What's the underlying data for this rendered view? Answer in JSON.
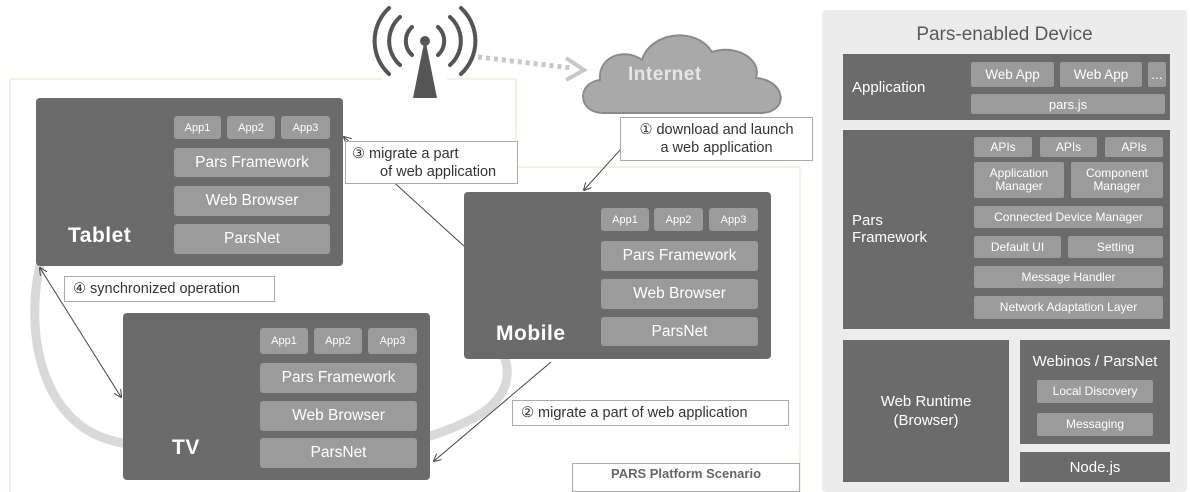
{
  "scenario": {
    "internet_label": "Internet",
    "footer_label": "PARS Platform Scenario",
    "devices": {
      "tablet": {
        "name": "Tablet",
        "apps": [
          "App1",
          "App2",
          "App3"
        ],
        "layers": [
          "Pars Framework",
          "Web Browser",
          "ParsNet"
        ]
      },
      "mobile": {
        "name": "Mobile",
        "apps": [
          "App1",
          "App2",
          "App3"
        ],
        "layers": [
          "Pars Framework",
          "Web Browser",
          "ParsNet"
        ]
      },
      "tv": {
        "name": "TV",
        "apps": [
          "App1",
          "App2",
          "App3"
        ],
        "layers": [
          "Pars Framework",
          "Web Browser",
          "ParsNet"
        ]
      }
    },
    "callouts": {
      "download": {
        "number": "①",
        "line1": "download and launch",
        "line2": "a web application"
      },
      "migrate_tablet": {
        "number": "③",
        "line1": "migrate a part",
        "line2": "of web application"
      },
      "sync": {
        "number": "④",
        "text": "synchronized operation"
      },
      "migrate_tv": {
        "number": "②",
        "text": "migrate a part of web application"
      }
    }
  },
  "architecture": {
    "title": "Pars-enabled Device",
    "application": {
      "label": "Application",
      "items": [
        "Web App",
        "Web App",
        "..."
      ],
      "lib": "pars.js"
    },
    "framework": {
      "label_line1": "Pars",
      "label_line2": "Framework",
      "apis": [
        "APIs",
        "APIs",
        "APIs"
      ],
      "app_manager": [
        "Application",
        "Manager"
      ],
      "component_manager": [
        "Component",
        "Manager"
      ],
      "connected_device_manager": "Connected Device Manager",
      "default_ui": "Default UI",
      "setting": "Setting",
      "message_handler": "Message Handler",
      "network_adaptation": "Network Adaptation Layer"
    },
    "runtime": {
      "line1": "Web Runtime",
      "line2": "(Browser)"
    },
    "webinos": {
      "title": "Webinos / ParsNet",
      "items": [
        "Local Discovery",
        "Messaging"
      ]
    },
    "node": "Node.js"
  },
  "colors": {
    "panel": "#6b6b6b",
    "pill": "#9b9b9b",
    "arch_bg": "#ececec",
    "callout_border": "#aaaaaa"
  }
}
